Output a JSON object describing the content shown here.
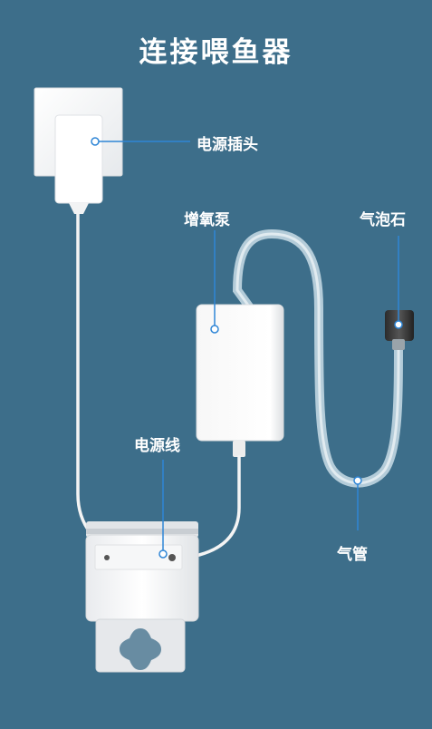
{
  "title": "连接喂鱼器",
  "labels": {
    "plug": "电源插头",
    "pump": "增氧泵",
    "airstone": "气泡石",
    "cable": "电源线",
    "tube": "气管"
  },
  "colors": {
    "background": "#3d6e8a",
    "callout": "#2f86d6",
    "device": "#f4f4f4",
    "tube": "#cfe2ea"
  }
}
